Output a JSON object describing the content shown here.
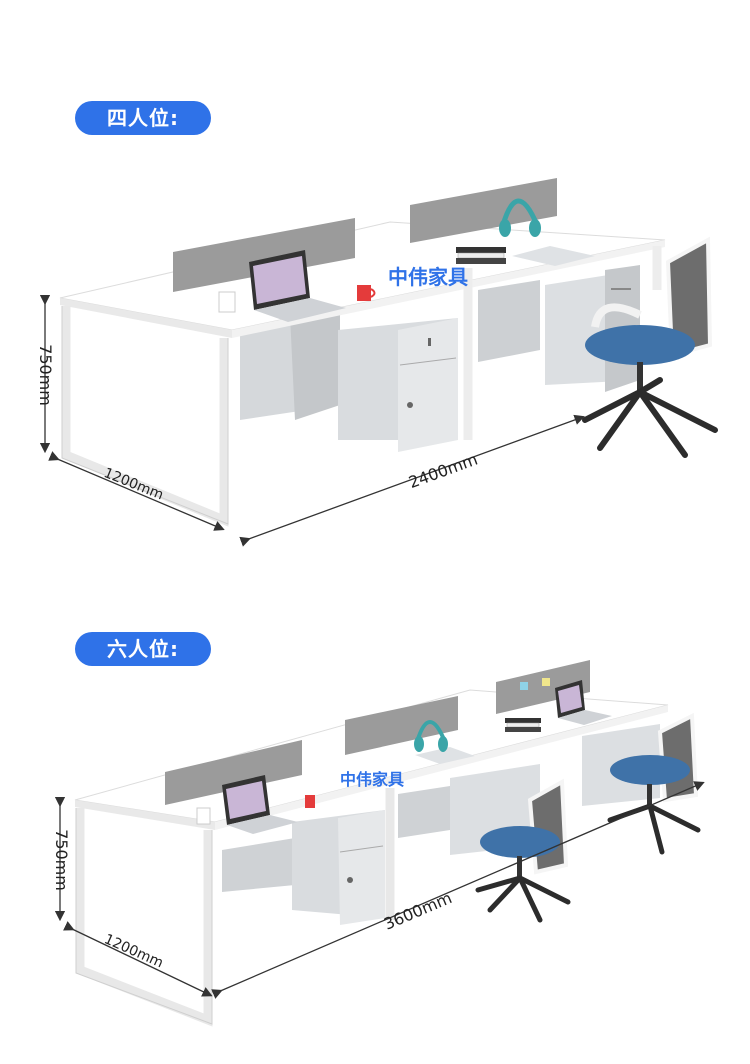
{
  "sections": [
    {
      "label": "四人位:",
      "height_label": "750mm",
      "depth_label": "1200mm",
      "length_label": "2400mm",
      "brand": "中伟家具"
    },
    {
      "label": "六人位:",
      "height_label": "750mm",
      "depth_label": "1200mm",
      "length_label": "3600mm",
      "brand": "中伟家具"
    }
  ],
  "colors": {
    "accent": "#2f72e8",
    "seat": "#3f72a8",
    "partition": "#9a9a9a",
    "cabinet": "#d9dcdf"
  }
}
